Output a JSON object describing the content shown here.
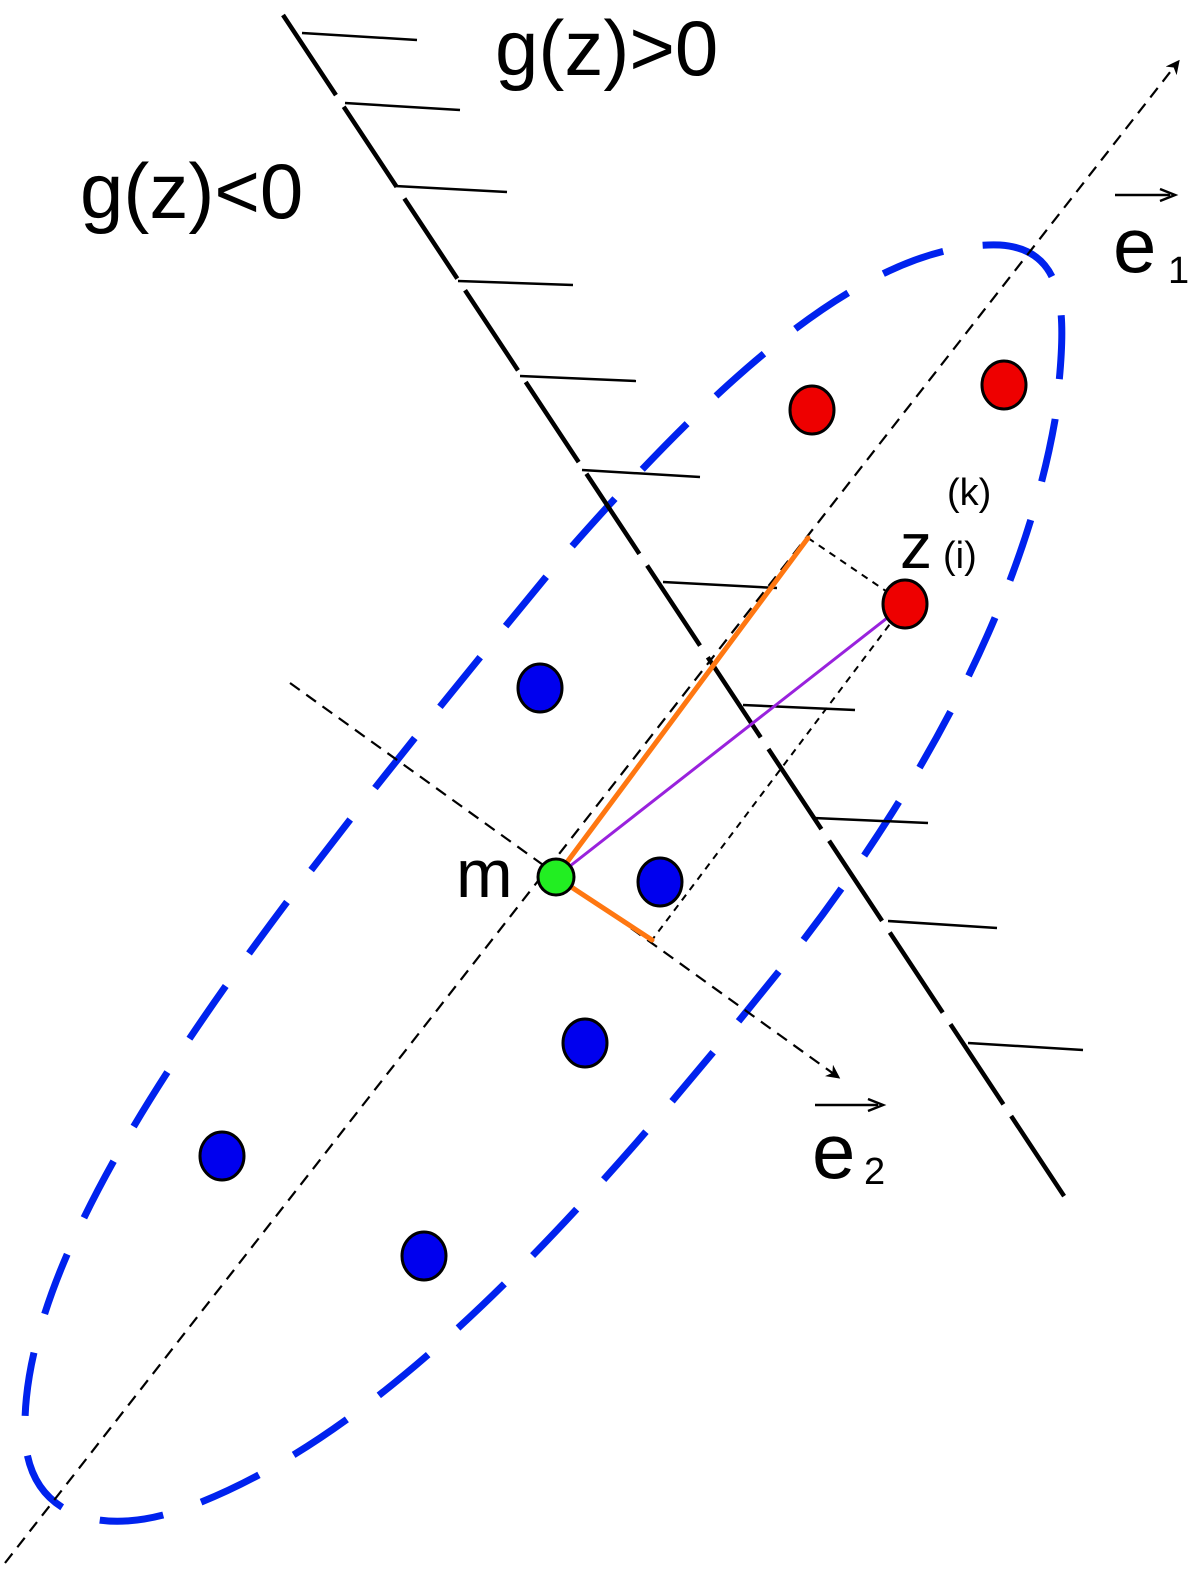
{
  "labels": {
    "region_positive": "g(z)>0",
    "region_negative": "g(z)<0",
    "axis_e1_base": "e",
    "axis_e1_sub": "1",
    "axis_e2_base": "e",
    "axis_e2_sub": "2",
    "mean_point": "m",
    "sample_base": "z",
    "sample_sub": "(i)",
    "sample_sup": "(k)"
  },
  "colors": {
    "class_red": "#ee0000",
    "class_blue": "#0000ee",
    "mean_green": "#22ee22",
    "ellipse_blue": "#0022ee",
    "projection_orange": "#ff7711",
    "distance_purple": "#9922dd",
    "stroke_black": "#000000"
  }
}
